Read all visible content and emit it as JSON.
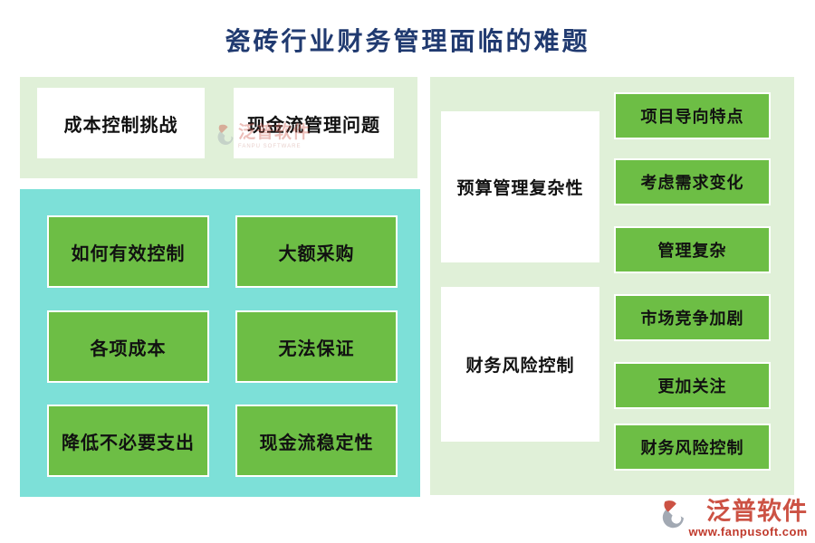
{
  "title": "瓷砖行业财务管理面临的难题",
  "colors": {
    "title_text": "#203a70",
    "panel_light_green": "#e0f0d8",
    "panel_teal": "#7de0d8",
    "item_green": "#6dbe45",
    "item_text": "#111111",
    "brand_red": "#cc5244",
    "logo_gray": "#a2a9b3"
  },
  "left_top_panel": {
    "boxes": [
      "成本控制挑战",
      "现金流管理问题"
    ]
  },
  "left_bottom_panel": {
    "boxes": [
      "如何有效控制",
      "大额采购",
      "各项成本",
      "无法保证",
      "降低不必要支出",
      "现金流稳定性"
    ]
  },
  "right_panel": {
    "groups": [
      {
        "label": "预算管理复杂性",
        "items": [
          "项目导向特点",
          "考虑需求变化",
          "管理复杂"
        ]
      },
      {
        "label": "财务风险控制",
        "items": [
          "市场竞争加剧",
          "更加关注",
          "财务风险控制"
        ]
      }
    ]
  },
  "watermark": {
    "brand": "泛普软件",
    "sub": "FANPU SOFTWARE"
  },
  "footer_logo": {
    "brand": "泛普软件",
    "url": "www.fanpusoft.com"
  }
}
